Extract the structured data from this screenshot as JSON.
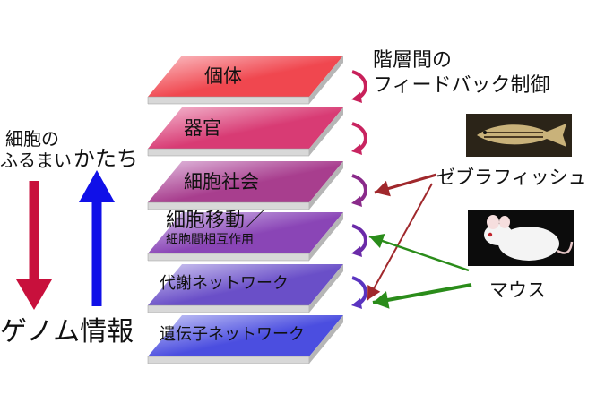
{
  "hierarchy": {
    "title_line1": "階層間の",
    "title_line2": "フィードバック制御"
  },
  "layers": [
    {
      "label": "個体",
      "color": "#f0474f",
      "light": "#fbc3c8"
    },
    {
      "label": "器官",
      "color": "#d83b74",
      "light": "#f4bcd2"
    },
    {
      "label": "細胞社会",
      "color": "#a83e8e",
      "light": "#e3bfe0"
    },
    {
      "label": "細胞移動／",
      "sublabel": "細胞間相互作用",
      "color": "#8a45b6",
      "light": "#d9c6ef"
    },
    {
      "label": "代謝ネットワーク",
      "color": "#6a4fc8",
      "light": "#d2cbf2"
    },
    {
      "label": "遺伝子ネットワーク",
      "color": "#4b4ee0",
      "light": "#c9c9f6"
    }
  ],
  "left": {
    "top_line1": "細胞の",
    "top_line2": "ふるまい",
    "top_right": "かたち",
    "bottom": "ゲノム情報",
    "down_arrow_color": "#c8103c",
    "up_arrow_color": "#1010e8"
  },
  "organisms": {
    "zebrafish": {
      "label": "ゼブラフィッシュ",
      "arrow_color": "#a0282c",
      "icon": "zebrafish-icon"
    },
    "mouse": {
      "label": "マウス",
      "arrow_color": "#2a8c1a",
      "icon": "mouse-icon"
    }
  }
}
